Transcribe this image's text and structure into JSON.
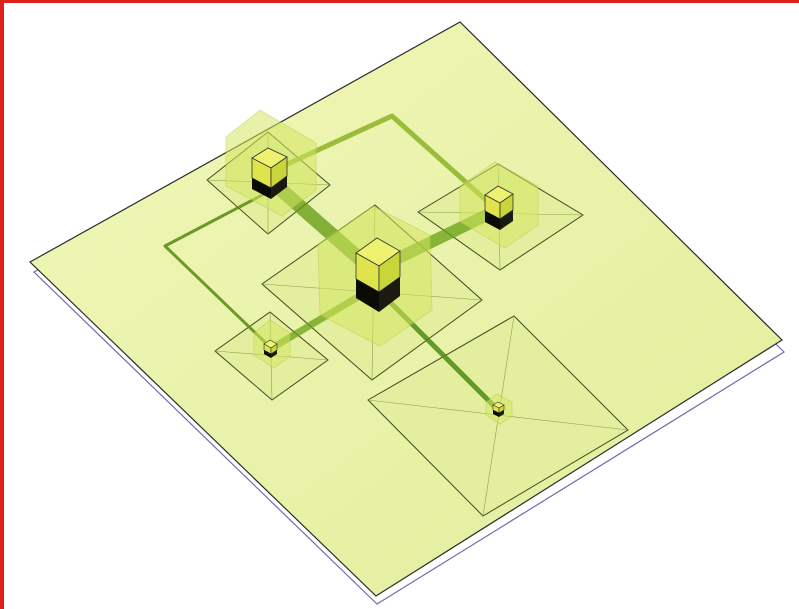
{
  "colors": {
    "background": "#ffffff",
    "frame_red": "#e0201c",
    "board_fill": "#e8f2a8",
    "board_edge": "#2a2a2a",
    "board_rim": "#6a6fb0",
    "footprint_line": "#3f4a1e",
    "footprint_diag": "#8fa04a",
    "footprint_fill": "#e2eea0",
    "trace_dark": "#3f7a10",
    "trace_light": "#9cc02a",
    "halo": "#d8e86a",
    "cube_top": "#eef26e",
    "cube_side_lit": "#d6e23a",
    "cube_base": "#0b0b06"
  },
  "diagram": {
    "description_visible_text": "",
    "nodes": [
      {
        "id": "node-top-left",
        "size": "medium"
      },
      {
        "id": "node-center",
        "size": "large"
      },
      {
        "id": "node-right",
        "size": "medium"
      },
      {
        "id": "node-lower-left",
        "size": "small"
      },
      {
        "id": "node-bottom",
        "size": "small"
      }
    ],
    "links": [
      {
        "from": "node-top-left",
        "to": "node-center"
      },
      {
        "from": "node-center",
        "to": "node-right"
      },
      {
        "from": "node-center",
        "to": "node-lower-left"
      },
      {
        "from": "node-center",
        "to": "node-bottom"
      },
      {
        "from": "node-top-left",
        "to": "node-right"
      },
      {
        "from": "node-top-left",
        "to": "node-lower-left"
      }
    ]
  }
}
